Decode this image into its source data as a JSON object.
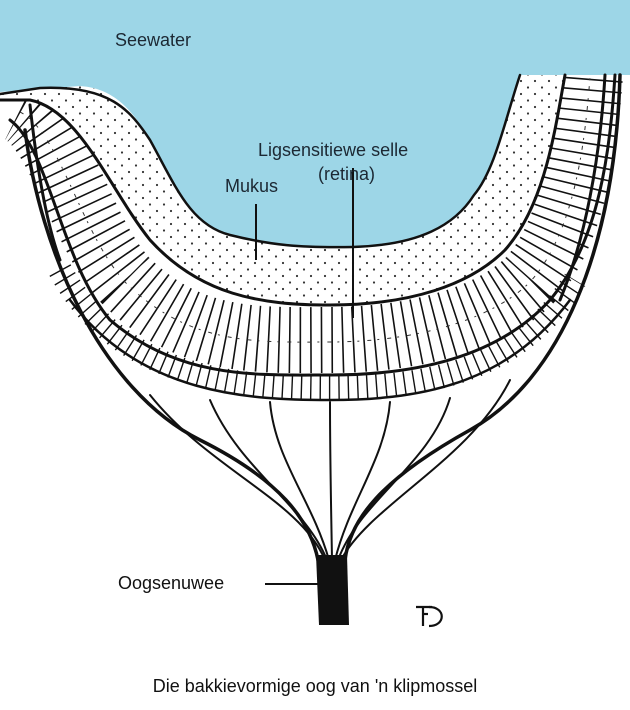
{
  "title": "Die bakkievormige oog van 'n klipmossel",
  "labels": {
    "seawater": "Seewater",
    "retina_line1": "Ligsensitiewe selle",
    "retina_line2": "(retina)",
    "mucus": "Mukus",
    "optic_nerve": "Oogsenuwee"
  },
  "signature": "FD",
  "colors": {
    "water": "#9dd6e7",
    "ink": "#111111",
    "text": "#1c2833"
  }
}
